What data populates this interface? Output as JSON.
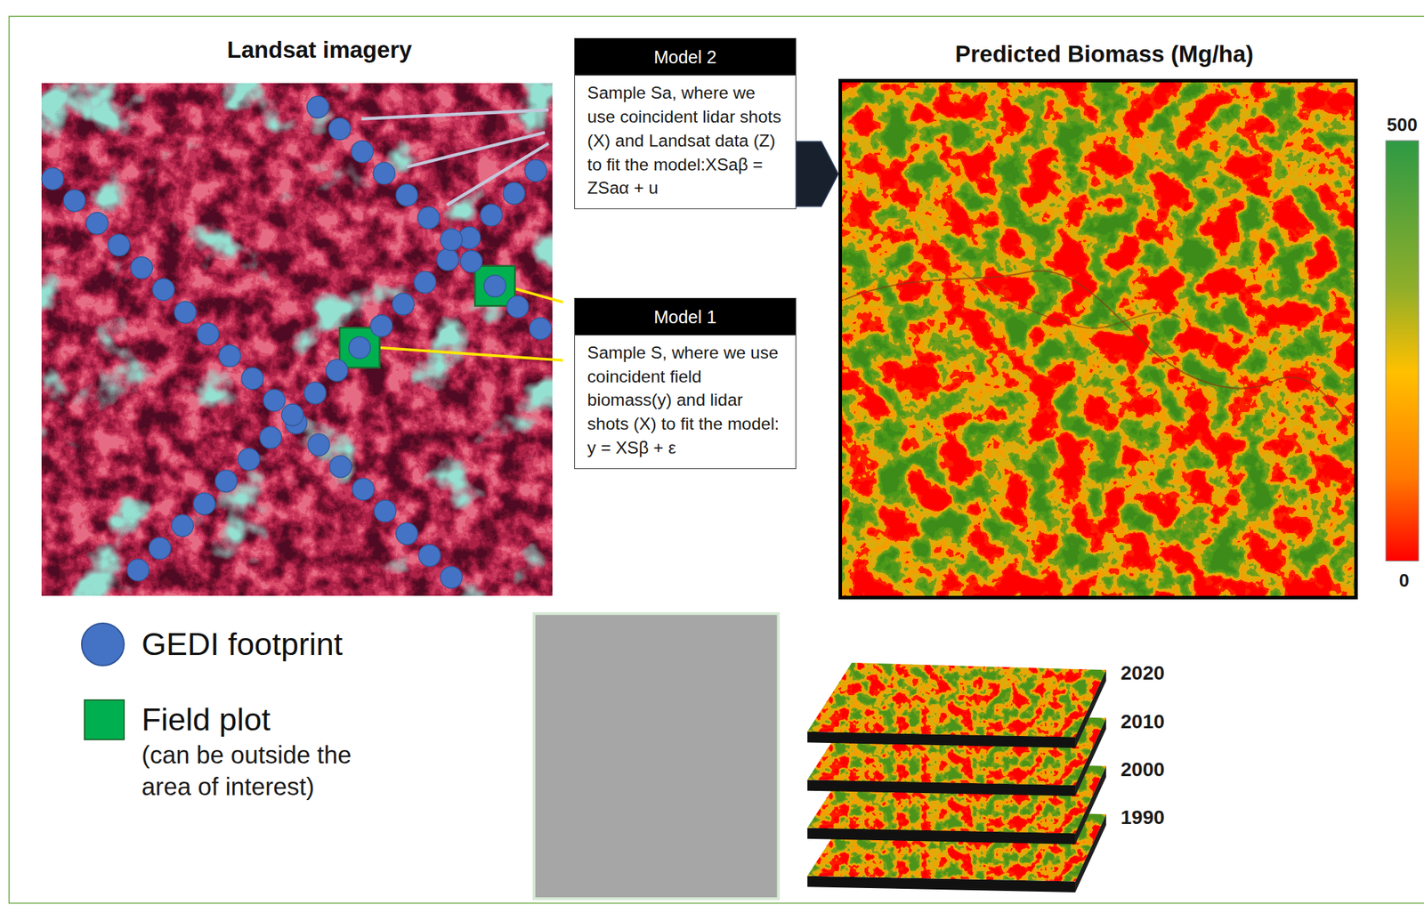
{
  "diagram": {
    "nodes": [
      {
        "text": [
          "Landsat imagery"
        ]
      },
      {
        "text": [
          "Model 2",
          "Sample Sa, where we use coincident lidar shots (X) and Landsat data (Z) to fit the model:XSaβ = ZSaα + u"
        ]
      },
      {
        "text": [
          "Predicted Biomass (Mg/ha)"
        ]
      },
      {
        "text": [
          "Model 1",
          "Sample S, where we use coincident field biomass(y) and lidar shots (X) to fit the model: y = XSβ + ε"
        ]
      }
    ],
    "edges": [
      {
        "from": 1,
        "to": 2,
        "arrow": "to"
      }
    ],
    "labels": [
      "500",
      "0",
      "(can be outside the area of interest)",
      "2020",
      "2010",
      "2000",
      "1990"
    ],
    "legend": [
      {
        "text": "GEDI footprint",
        "color": "#4472c4"
      },
      {
        "text": "Field plot",
        "color": "#00b050"
      }
    ]
  }
}
